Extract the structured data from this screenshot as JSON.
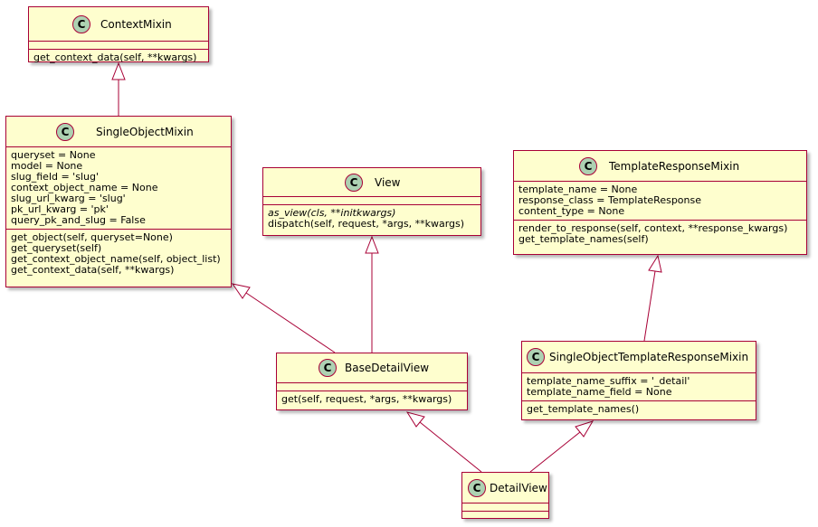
{
  "classes": {
    "context_mixin": {
      "name": "ContextMixin",
      "badge": "C",
      "methods": [
        "get_context_data(self, **kwargs)"
      ]
    },
    "single_object_mixin": {
      "name": "SingleObjectMixin",
      "badge": "C",
      "fields": [
        "queryset = None",
        "model = None",
        "slug_field = 'slug'",
        "context_object_name = None",
        "slug_url_kwarg = 'slug'",
        "pk_url_kwarg = 'pk'",
        "query_pk_and_slug = False"
      ],
      "methods": [
        "get_object(self, queryset=None)",
        "get_queryset(self)",
        "get_context_object_name(self, object_list)",
        "get_context_data(self, **kwargs)"
      ]
    },
    "view": {
      "name": "View",
      "badge": "C",
      "methods": [
        "as_view(cls, **initkwargs)",
        "dispatch(self, request, *args, **kwargs)"
      ]
    },
    "template_response_mixin": {
      "name": "TemplateResponseMixin",
      "badge": "C",
      "fields": [
        "template_name = None",
        "response_class = TemplateResponse",
        "content_type = None"
      ],
      "methods": [
        "render_to_response(self, context, **response_kwargs)",
        "get_template_names(self)"
      ]
    },
    "base_detail_view": {
      "name": "BaseDetailView",
      "badge": "C",
      "methods": [
        "get(self, request, *args, **kwargs)"
      ]
    },
    "single_object_template_response_mixin": {
      "name": "SingleObjectTemplateResponseMixin",
      "badge": "C",
      "fields": [
        "template_name_suffix = '_detail'",
        "template_name_field = None"
      ],
      "methods": [
        "get_template_names()"
      ]
    },
    "detail_view": {
      "name": "DetailView",
      "badge": "C"
    }
  },
  "relations": [
    {
      "type": "inheritance",
      "from": "SingleObjectMixin",
      "to": "ContextMixin"
    },
    {
      "type": "inheritance",
      "from": "BaseDetailView",
      "to": "SingleObjectMixin"
    },
    {
      "type": "inheritance",
      "from": "BaseDetailView",
      "to": "View"
    },
    {
      "type": "inheritance",
      "from": "SingleObjectTemplateResponseMixin",
      "to": "TemplateResponseMixin"
    },
    {
      "type": "inheritance",
      "from": "DetailView",
      "to": "BaseDetailView"
    },
    {
      "type": "inheritance",
      "from": "DetailView",
      "to": "SingleObjectTemplateResponseMixin"
    }
  ],
  "colors": {
    "class_fill": "#FEFECE",
    "border": "#A80036",
    "badge_fill": "#ADD1B2"
  }
}
